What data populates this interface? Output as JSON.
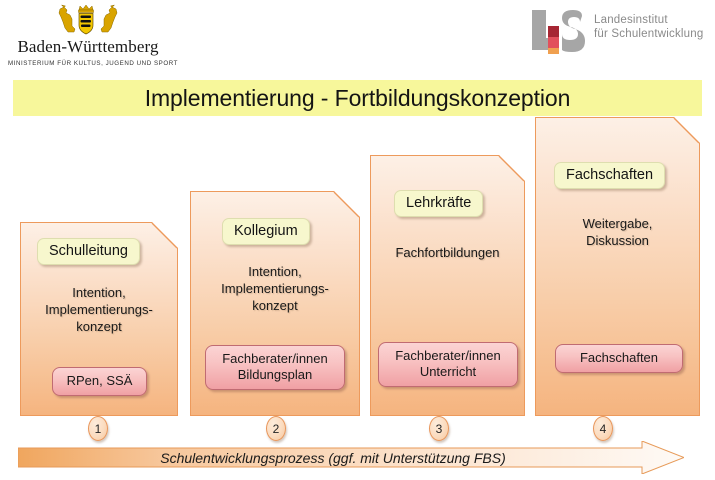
{
  "header": {
    "left_logo": {
      "icon": "baden-wuerttemberg-coat-of-arms",
      "name": "Baden-Württemberg",
      "subtitle": "MINISTERIUM FÜR KULTUS, JUGEND UND SPORT"
    },
    "right_logo": {
      "icon": "ls-landesinstitut-logo",
      "line1": "Landesinstitut",
      "line2": "für Schulentwicklung",
      "colors": {
        "letter_gray": "#a6a6a6",
        "square_dark_red": "#a62633",
        "square_red": "#e2505c",
        "square_orange": "#f0a050",
        "text_gray": "#8a8a8a"
      }
    }
  },
  "title": {
    "text": "Implementierung - Fortbildungskonzeption",
    "background": "#f7f79b"
  },
  "colors": {
    "column_top": "#fdf0e6",
    "column_bottom": "#f5b47f",
    "column_border": "#ed9a5c",
    "yellow_label": "#f7f7cd",
    "pink_box_top": "#fbd4d4",
    "pink_box_bottom": "#f0a0a4",
    "arrow_start": "#f0a65e",
    "arrow_end": "#fdf3e8"
  },
  "columns": [
    {
      "number": "1",
      "heading": "Schulleitung",
      "body": "Intention,\nImplementierungs-\nkonzept",
      "footer": "RPen, SSÄ"
    },
    {
      "number": "2",
      "heading": "Kollegium",
      "body": "Intention,\nImplementierungs-\nkonzept",
      "footer": "Fachberater/innen\nBildungsplan"
    },
    {
      "number": "3",
      "heading": "Lehrkräfte",
      "body": "Fachfortbildungen",
      "footer": "Fachberater/innen\nUnterricht"
    },
    {
      "number": "4",
      "heading": "Fachschaften",
      "body": "Weitergabe,\nDiskussion",
      "footer": "Fachschaften"
    }
  ],
  "arrow": {
    "label": "Schulentwicklungsprozess (ggf.  mit Unterstützung FBS)"
  }
}
